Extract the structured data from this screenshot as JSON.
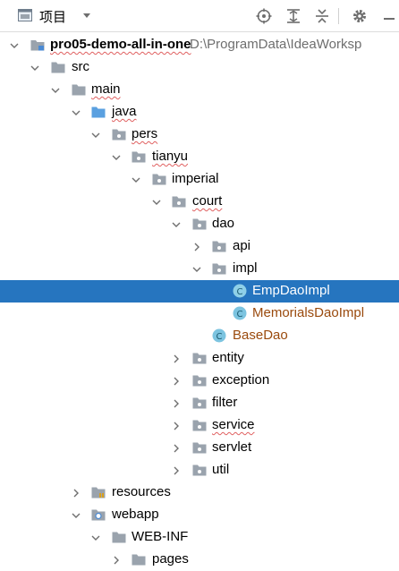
{
  "toolbar": {
    "title": "项目",
    "icons": [
      "project-view-icon",
      "dropdown-icon",
      "locate-icon",
      "expand-all-icon",
      "collapse-all-icon",
      "settings-icon",
      "hide-icon"
    ]
  },
  "tree": {
    "root": {
      "label": "pro05-demo-all-in-one",
      "path": "D:\\ProgramData\\IdeaWorksp"
    },
    "src": "src",
    "main": "main",
    "java": "java",
    "pers": "pers",
    "tianyu": "tianyu",
    "imperial": "imperial",
    "court": "court",
    "dao": "dao",
    "api": "api",
    "impl": "impl",
    "emp_dao_impl": "EmpDaoImpl",
    "memorials_dao_impl": "MemorialsDaoImpl",
    "base_dao": "BaseDao",
    "entity": "entity",
    "exception": "exception",
    "filter": "filter",
    "service": "service",
    "servlet": "servlet",
    "util": "util",
    "resources": "resources",
    "webapp": "webapp",
    "web_inf": "WEB-INF",
    "pages": "pages"
  },
  "colors": {
    "selection": "#2675bf",
    "folder": "#9aa3ad",
    "source_folder": "#5aa0e0",
    "class_icon": "#5fb8d8",
    "modified_text": "#9a4a0d"
  }
}
